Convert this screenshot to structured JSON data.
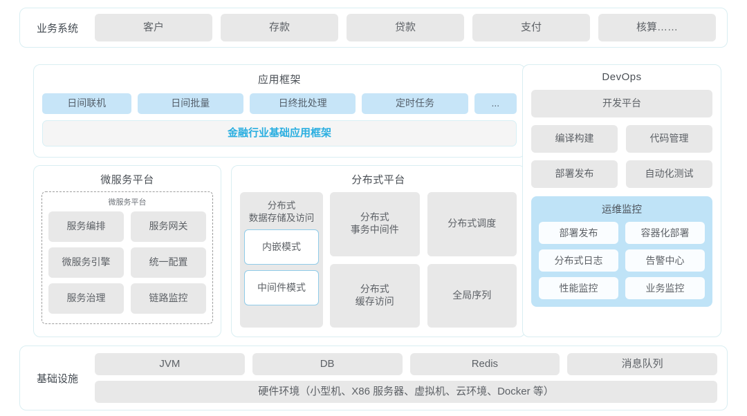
{
  "business_systems": {
    "label": "业务系统",
    "items": [
      "客户",
      "存款",
      "贷款",
      "支付",
      "核算……"
    ]
  },
  "application_framework": {
    "title": "应用框架",
    "tags": [
      "日间联机",
      "日间批量",
      "日终批处理",
      "定时任务",
      "..."
    ],
    "base_bar": "金融行业基础应用框架",
    "accent_color": "#29aee0",
    "tag_color": "#c7e5f8"
  },
  "microservice_platform": {
    "title": "微服务平台",
    "inner_title": "微服务平台",
    "items": [
      "服务编排",
      "服务网关",
      "微服务引擎",
      "统一配置",
      "服务治理",
      "链路监控"
    ]
  },
  "distributed_platform": {
    "title": "分布式平台",
    "storage_card": {
      "title": "分布式\n数据存储及访问",
      "title_line1": "分布式",
      "title_line2": "数据存储及访问",
      "modes": [
        "内嵌模式",
        "中间件模式"
      ]
    },
    "items": [
      {
        "line1": "分布式",
        "line2": "事务中间件"
      },
      {
        "line1": "分布式调度",
        "line2": ""
      },
      {
        "line1": "分布式",
        "line2": "缓存访问"
      },
      {
        "line1": "全局序列",
        "line2": ""
      }
    ]
  },
  "devops": {
    "title": "DevOps",
    "platform": "开发平台",
    "items": [
      "编译构建",
      "代码管理",
      "部署发布",
      "自动化测试"
    ],
    "monitoring": {
      "title": "运维监控",
      "panel_color": "#bfe3f7",
      "items": [
        "部署发布",
        "容器化部署",
        "分布式日志",
        "告警中心",
        "性能监控",
        "业务监控"
      ]
    }
  },
  "infrastructure": {
    "label": "基础设施",
    "items": [
      "JVM",
      "DB",
      "Redis",
      "消息队列"
    ],
    "hardware": "硬件环境（小型机、X86 服务器、虚拟机、云环境、Docker 等）"
  }
}
